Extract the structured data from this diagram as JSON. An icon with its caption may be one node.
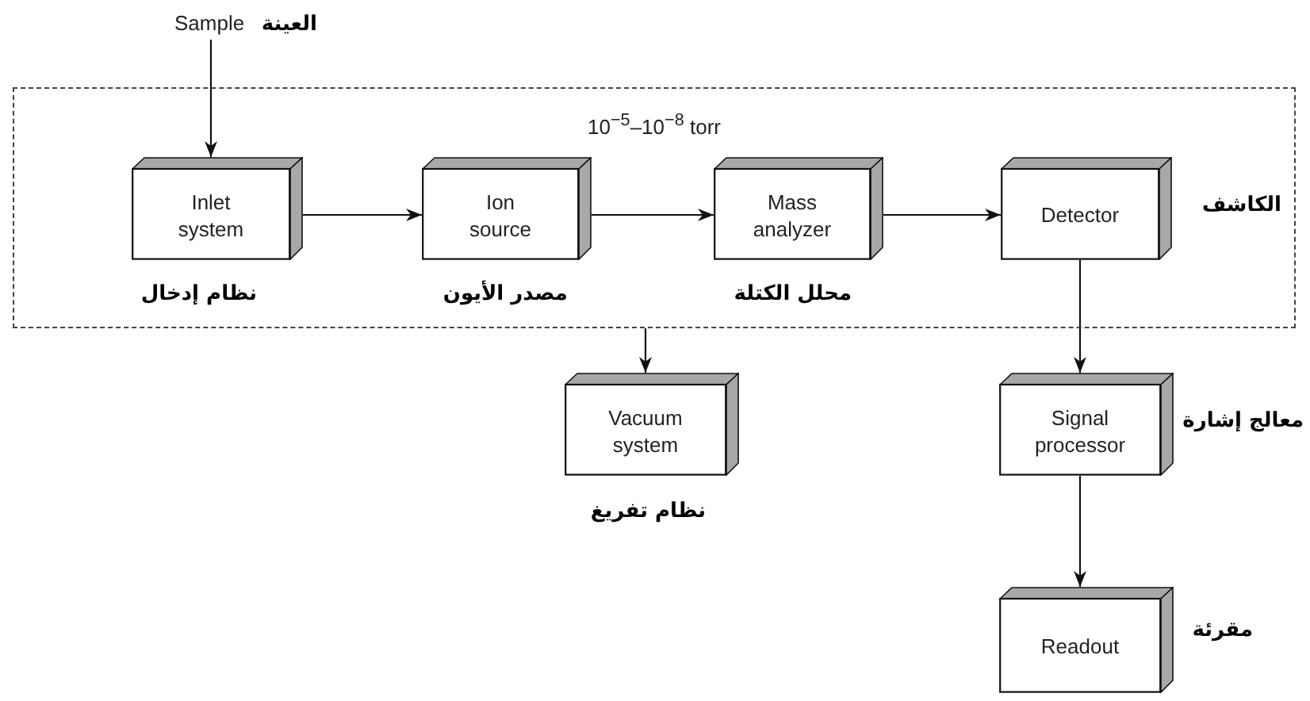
{
  "diagram": {
    "nodes": [
      {
        "text": [
          "10$^{−5}$–10$^{−8}$ torr"
        ]
      },
      {
        "text": [
          "Sample"
        ],
        "beside": [
          "العينة"
        ]
      },
      {
        "text": [
          "Inlet system"
        ],
        "in": 0,
        "beside": [
          "نظام إدخال"
        ]
      },
      {
        "text": [
          "Ion source"
        ],
        "in": 0,
        "beside": [
          "مصدر الأيون"
        ]
      },
      {
        "text": [
          "Mass analyzer"
        ],
        "in": 0,
        "beside": [
          "محلل الكتلة"
        ]
      },
      {
        "text": [
          "Detector"
        ],
        "in": 0,
        "beside": [
          "الكاشف"
        ]
      },
      {
        "text": [
          "Vacuum system"
        ],
        "beside": [
          "نظام تفريغ"
        ]
      },
      {
        "text": [
          "Signal processor"
        ],
        "beside": [
          "معالج إشارة"
        ]
      },
      {
        "text": [
          "Readout"
        ],
        "beside": [
          "مقرئة"
        ]
      }
    ],
    "edges": [
      {
        "from": 1,
        "to": 2,
        "arrow": "to"
      },
      {
        "from": 2,
        "to": 3,
        "arrow": "to"
      },
      {
        "from": 3,
        "to": 4,
        "arrow": "to"
      },
      {
        "from": 4,
        "to": 5,
        "arrow": "to"
      },
      {
        "from": 0,
        "to": 6,
        "arrow": "to"
      },
      {
        "from": 5,
        "to": 7,
        "arrow": "to"
      },
      {
        "from": 7,
        "to": 8,
        "arrow": "to"
      }
    ]
  }
}
